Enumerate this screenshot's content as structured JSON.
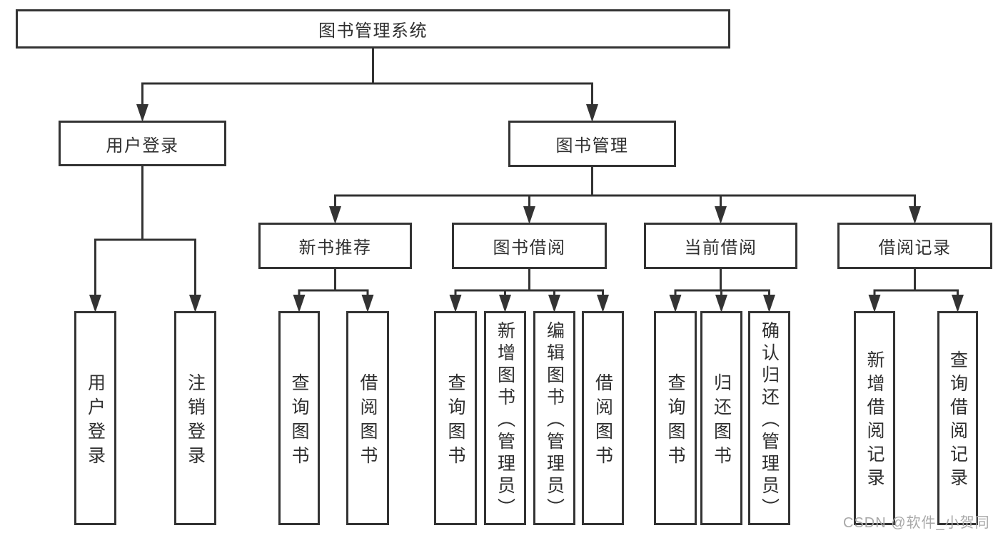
{
  "colors": {
    "line": "#333333",
    "text": "#2f2f2f",
    "box_fill": "#ffffff",
    "watermark": "#a8a8a8"
  },
  "watermark": {
    "text": "CSDN @软件_小贺同学"
  },
  "diagram": {
    "type": "hierarchy-tree",
    "title": "图书管理系统",
    "nodes": [
      {
        "id": "root",
        "parent": null,
        "label": "图书管理系统"
      },
      {
        "id": "user-login",
        "parent": "root",
        "label": "用户登录"
      },
      {
        "id": "book-mgmt",
        "parent": "root",
        "label": "图书管理"
      },
      {
        "id": "new-book-rec",
        "parent": "book-mgmt",
        "label": "新书推荐"
      },
      {
        "id": "book-borrow",
        "parent": "book-mgmt",
        "label": "图书借阅"
      },
      {
        "id": "current-borrow",
        "parent": "book-mgmt",
        "label": "当前借阅"
      },
      {
        "id": "borrow-records",
        "parent": "book-mgmt",
        "label": "借阅记录"
      },
      {
        "id": "leaf-user-login",
        "parent": "user-login",
        "label": "用户登录"
      },
      {
        "id": "leaf-logout",
        "parent": "user-login",
        "label": "注销登录"
      },
      {
        "id": "leaf-query-book-new",
        "parent": "new-book-rec",
        "label": "查询图书"
      },
      {
        "id": "leaf-borrow-book-new",
        "parent": "new-book-rec",
        "label": "借阅图书"
      },
      {
        "id": "leaf-query-book-borrow",
        "parent": "book-borrow",
        "label": "查询图书"
      },
      {
        "id": "leaf-add-book",
        "parent": "book-borrow",
        "label": "新增图书（管理员）"
      },
      {
        "id": "leaf-edit-book",
        "parent": "book-borrow",
        "label": "编辑图书（管理员）"
      },
      {
        "id": "leaf-borrow-book",
        "parent": "book-borrow",
        "label": "借阅图书"
      },
      {
        "id": "leaf-query-book-cur",
        "parent": "current-borrow",
        "label": "查询图书"
      },
      {
        "id": "leaf-return-book",
        "parent": "current-borrow",
        "label": "归还图书"
      },
      {
        "id": "leaf-confirm-return",
        "parent": "current-borrow",
        "label": "确认归还（管理员）"
      },
      {
        "id": "leaf-add-record",
        "parent": "borrow-records",
        "label": "新增借阅记录"
      },
      {
        "id": "leaf-query-record",
        "parent": "borrow-records",
        "label": "查询借阅记录"
      }
    ]
  }
}
